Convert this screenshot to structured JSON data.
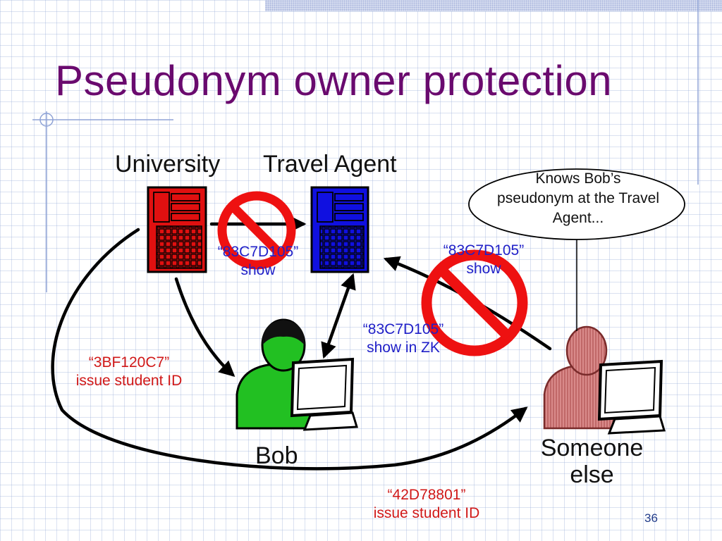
{
  "title": "Pseudonym owner protection",
  "labels": {
    "university": "University",
    "travel_agent": "Travel Agent",
    "bob": "Bob",
    "someone_line1": "Someone",
    "someone_line2": "else"
  },
  "thought_bubble": [
    "Knows Bob’s",
    "pseudonym at the Travel",
    "Agent..."
  ],
  "messages": {
    "uni_to_ta": [
      "“83C7D105”",
      "show"
    ],
    "someone_to_ta": [
      "“83C7D105”",
      "show"
    ],
    "bob_ta": [
      "“83C7D105”",
      "show in ZK"
    ],
    "uni_to_bob": [
      "“3BF120C7”",
      "issue student ID"
    ],
    "uni_to_someone": [
      "“42D78801”",
      "issue student ID"
    ]
  },
  "page_number": "36",
  "colors": {
    "title": "#6a0a6e",
    "university_server": "#e01010",
    "travel_agent_server": "#1010e0",
    "bob": "#22c022",
    "someone_else": "#cf7d7d",
    "prohibition": "#ee1111",
    "red_text": "#d01818",
    "blue_text": "#2020c8"
  },
  "icons": [
    "server-icon",
    "person-icon",
    "monitor-icon",
    "prohibited-icon",
    "arrow"
  ]
}
